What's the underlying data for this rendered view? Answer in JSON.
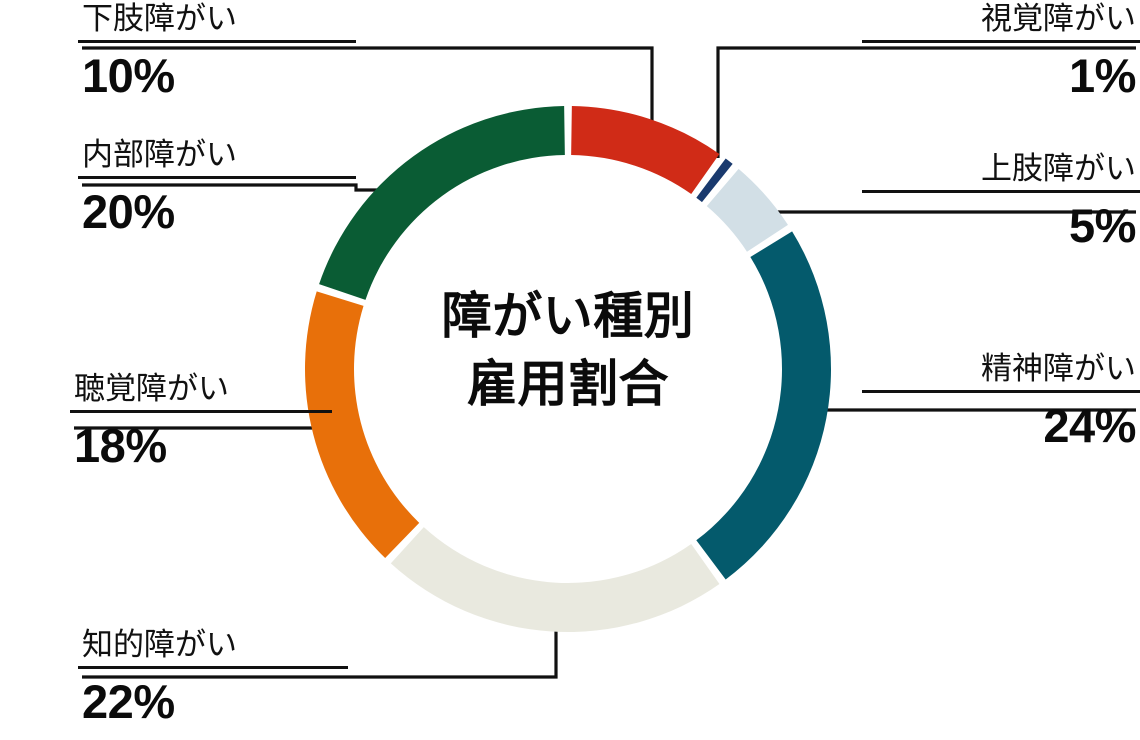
{
  "chart_data": {
    "type": "pie",
    "variant": "donut",
    "title": "障がい種別 雇用割合",
    "title_lines": [
      "障がい種別",
      "雇用割合"
    ],
    "unit": "%",
    "total": 100,
    "start_angle_deg": 0,
    "direction": "clockwise",
    "categories": [
      "下肢障がい",
      "視覚障がい",
      "上肢障がい",
      "精神障がい",
      "知的障がい",
      "聴覚障がい",
      "内部障がい"
    ],
    "values": [
      10,
      1,
      5,
      24,
      22,
      18,
      20
    ],
    "labels": [
      "10%",
      "1%",
      "5%",
      "24%",
      "22%",
      "18%",
      "20%"
    ],
    "colors": [
      "#D02B17",
      "#1A3A6E",
      "#D2DFE6",
      "#045A6C",
      "#E9E9DF",
      "#E8700A",
      "#0A5C34"
    ],
    "legend": "none",
    "grid": false,
    "slices": [
      {
        "key": "lower-limb",
        "name": "下肢障がい",
        "value": 10,
        "label": "10%",
        "color": "#D02B17"
      },
      {
        "key": "visual",
        "name": "視覚障がい",
        "value": 1,
        "label": "1%",
        "color": "#1A3A6E"
      },
      {
        "key": "upper-limb",
        "name": "上肢障がい",
        "value": 5,
        "label": "5%",
        "color": "#D2DFE6"
      },
      {
        "key": "mental",
        "name": "精神障がい",
        "value": 24,
        "label": "24%",
        "color": "#045A6C"
      },
      {
        "key": "intellect",
        "name": "知的障がい",
        "value": 22,
        "label": "22%",
        "color": "#E9E9DF"
      },
      {
        "key": "hearing",
        "name": "聴覚障がい",
        "value": 18,
        "label": "18%",
        "color": "#E8700A"
      },
      {
        "key": "internal",
        "name": "内部障がい",
        "value": 20,
        "label": "20%",
        "color": "#0A5C34"
      }
    ]
  },
  "center": {
    "line1": "障がい種別",
    "line2": "雇用割合"
  },
  "callouts": {
    "lower_limb": {
      "category": "下肢障がい",
      "percent": "10%"
    },
    "internal": {
      "category": "内部障がい",
      "percent": "20%"
    },
    "hearing": {
      "category": "聴覚障がい",
      "percent": "18%"
    },
    "intellect": {
      "category": "知的障がい",
      "percent": "22%"
    },
    "visual": {
      "category": "視覚障がい",
      "percent": "1%"
    },
    "upper_limb": {
      "category": "上肢障がい",
      "percent": "5%"
    },
    "mental": {
      "category": "精神障がい",
      "percent": "24%"
    }
  },
  "style": {
    "background": "#FFFFFF",
    "text_color": "#111111",
    "leader_color": "#111111"
  }
}
